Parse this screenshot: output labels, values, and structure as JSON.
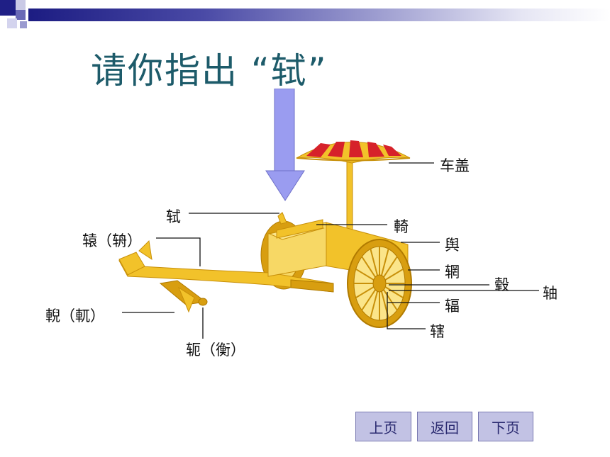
{
  "slide": {
    "title": "请你指出 “轼”"
  },
  "diagram": {
    "labels": {
      "shi": "轼",
      "chegai": "车盖",
      "yi": "輢",
      "yuan": "辕（辀）",
      "yu": "舆",
      "wang": "辋",
      "gu": "毂",
      "zhou": "轴",
      "fu": "辐",
      "xia": "辖",
      "ni": "輗（軏）",
      "e": "轭（衡）"
    },
    "colors": {
      "body": "#f2c22a",
      "body_dark": "#d89e10",
      "canopy_red": "#d6222a",
      "arrow": "#9a9cf0"
    }
  },
  "nav": {
    "prev": "上页",
    "back": "返回",
    "next": "下页"
  }
}
